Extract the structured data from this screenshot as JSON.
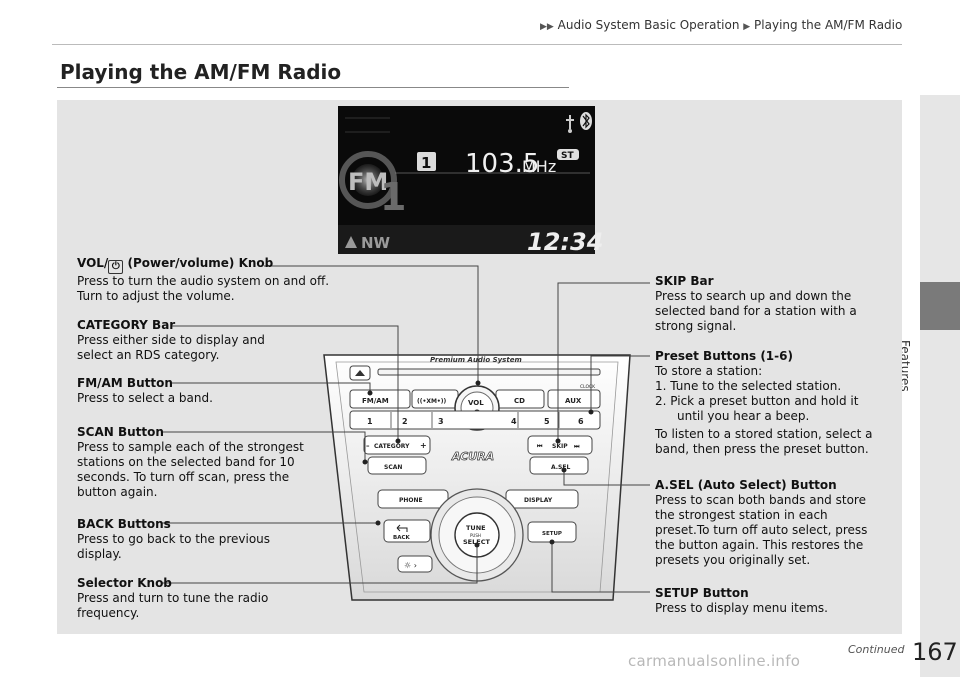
{
  "breadcrumb": {
    "part1": "Audio System Basic Operation",
    "part2": "Playing the AM/FM Radio"
  },
  "side_tab": {
    "label": "Features"
  },
  "page": {
    "title": "Playing the AM/FM Radio",
    "continued": "Continued",
    "number": "167"
  },
  "display": {
    "band": "FM",
    "band_sub": "1",
    "preset": "1",
    "frequency": "103.5",
    "unit": "MHz",
    "stereo": "ST",
    "compass": "NW",
    "clock": "12:34"
  },
  "unit_panel": {
    "brand_line": "Premium Audio System",
    "buttons": {
      "fm_am": "FM/AM",
      "xm": "((•XM•))",
      "cd": "CD",
      "aux": "AUX",
      "clock": "CLOCK",
      "vol": "VOL",
      "presets": [
        "1",
        "2",
        "3",
        "4",
        "5",
        "6"
      ],
      "category": "CATEGORY",
      "scan": "SCAN",
      "logo": "ACURA",
      "skip": "SKIP",
      "asel": "A.SEL",
      "phone": "PHONE",
      "display": "DISPLAY",
      "back": "BACK",
      "setup": "SETUP",
      "tune": "TUNE",
      "push": "PUSH",
      "select": "SELECT"
    }
  },
  "callouts": {
    "vol": {
      "title": "(Power/volume) Knob",
      "title_prefix": "VOL/",
      "body": [
        "Press to turn the audio system on and off.",
        "Turn to adjust the volume."
      ]
    },
    "category": {
      "title": "CATEGORY Bar",
      "body": [
        "Press either side to display and",
        "select an RDS category."
      ]
    },
    "fmam": {
      "title": "FM/AM Button",
      "body": [
        "Press to select a band."
      ]
    },
    "scan": {
      "title": "SCAN Button",
      "body": [
        "Press to sample each of the strongest",
        "stations on the selected band for 10",
        "seconds. To turn off scan, press the",
        "button again."
      ]
    },
    "back": {
      "title": "BACK Buttons",
      "body": [
        "Press to go back to the previous",
        "display."
      ]
    },
    "selector": {
      "title": "Selector Knob",
      "body": [
        "Press and turn to tune the radio",
        "frequency."
      ]
    },
    "skip": {
      "title": "SKIP Bar",
      "body": [
        "Press to search up and down the",
        "selected band for a station with a",
        "strong signal."
      ]
    },
    "preset": {
      "title": "Preset Buttons (1-6)",
      "body": [
        "To store a station:"
      ],
      "steps": [
        "1.  Tune to the selected station.",
        "2.  Pick a preset button and hold it",
        "until you hear a beep."
      ],
      "after": [
        "To listen to a stored station, select a",
        "band, then press the preset button."
      ]
    },
    "asel": {
      "title": "A.SEL (Auto Select) Button",
      "body": [
        "Press to scan both bands and store",
        "the strongest station in each",
        "preset.To turn off auto select, press",
        "the button again. This restores the",
        "presets you originally set."
      ]
    },
    "setup": {
      "title": "SETUP Button",
      "body": [
        "Press to display menu items."
      ]
    }
  },
  "watermark": "carmanualsonline.info"
}
